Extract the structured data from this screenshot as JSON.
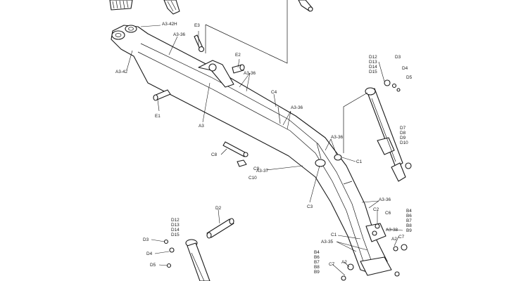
{
  "diagram": {
    "labels": {
      "a3_42h": "A3-42H",
      "a3_36_top": "A3-36",
      "e3": "E3",
      "e2": "E2",
      "a3_42": "A3-42",
      "a3_36_mid": "A3-36",
      "c4": "C4",
      "a3_36_right": "A3-36",
      "e1": "E1",
      "a3": "A3",
      "a3_36_c1": "A3-36",
      "c1_upper": "C1",
      "c8": "C8",
      "c9": "C9",
      "c10": "C10",
      "a3_37": "A3-37",
      "c3": "C3",
      "d12_top": "D12",
      "d13_top": "D13",
      "d14_top": "D14",
      "d15_top": "D15",
      "d3_top": "D3",
      "d4_top": "D4",
      "d5_top": "D5",
      "d7": "D7",
      "d8": "D8",
      "d9": "D9",
      "d10": "D10",
      "a3_36_low": "A3-36",
      "c2": "C2",
      "c6": "C6",
      "a3_38": "A3-38",
      "b4_r": "B4",
      "b6_r": "B6",
      "b7_r": "B7",
      "b8_r": "B8",
      "b9_r": "B9",
      "c7_r": "C7",
      "a2_r": "A2",
      "c1_lower": "C1",
      "a3_35": "A3-35",
      "d2": "D2",
      "d12_bot": "D12",
      "d13_bot": "D13",
      "d14_bot": "D14",
      "d15_bot": "D15",
      "d3_bot": "D3",
      "d4_bot": "D4",
      "d5_bot": "D5",
      "b4_l": "B4",
      "b6_l": "B6",
      "b7_l": "B7",
      "b8_l": "B8",
      "b9_l": "B9",
      "c7_l": "C7",
      "a2_l": "A2"
    }
  }
}
